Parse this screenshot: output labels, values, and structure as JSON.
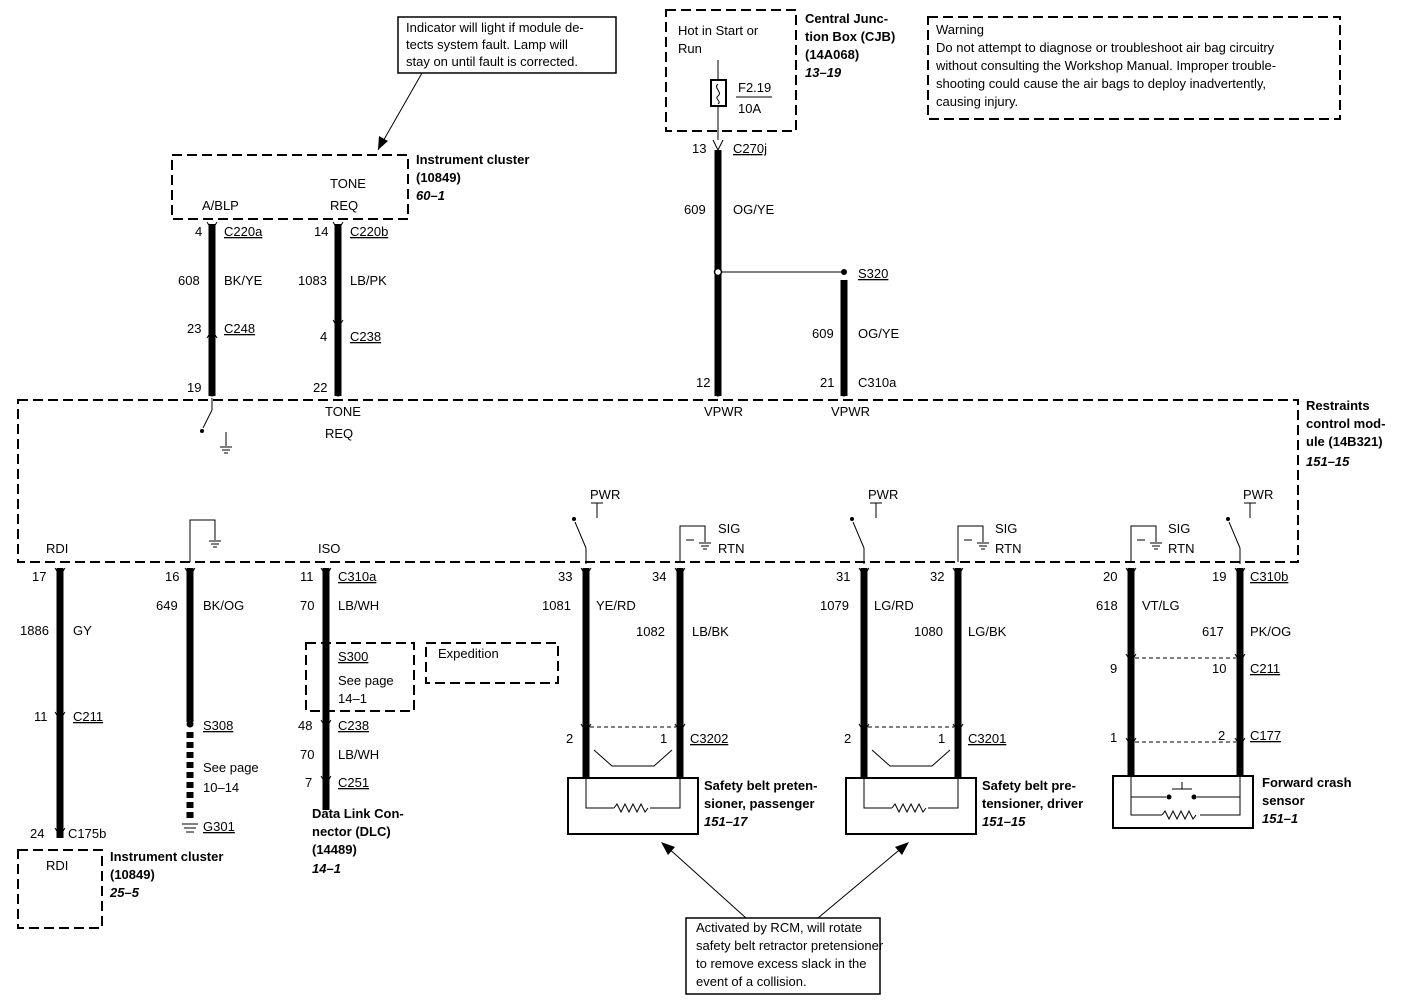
{
  "notes": {
    "indicator": [
      "Indicator will light if module de-",
      "tects system fault. Lamp will",
      "stay on until fault is corrected."
    ],
    "warning": [
      "Warning",
      "Do not attempt to diagnose or troubleshoot air bag circuitry",
      "without consulting the Workshop Manual. Improper trouble-",
      "shooting could cause the air bags to deploy inadvertently,",
      "causing injury."
    ],
    "activated": [
      "Activated by RCM, will rotate",
      "safety belt retractor pretensioner",
      "to remove excess slack in the",
      "event of a collision."
    ]
  },
  "cjb": {
    "state": [
      "Hot in Start or",
      "Run"
    ],
    "title": [
      "Central Junc-",
      "tion Box (CJB)",
      "(14A068)"
    ],
    "page": "13–19",
    "fuse": "F2.19",
    "amps": "10A"
  },
  "ic_top": {
    "title": [
      "Instrument cluster",
      "(10849)"
    ],
    "page": "60–1",
    "pin1": "A/BLP",
    "pin2_line1": "TONE",
    "pin2_line2": "REQ"
  },
  "rcm": {
    "title": [
      "Restraints",
      "control mod-",
      "ule (14B321)"
    ],
    "page": "151–15",
    "tone_line1": "TONE",
    "tone_line2": "REQ",
    "vpwr1": "VPWR",
    "vpwr2": "VPWR",
    "rdi": "RDI",
    "iso": "ISO",
    "pwr1": "PWR",
    "pwr2": "PWR",
    "pwr3": "PWR",
    "sig": "SIG",
    "rtn": "RTN"
  },
  "labels": {
    "c13": "13",
    "c270j": "C270j",
    "w609a": "609",
    "ogye_a": "OG/YE",
    "s320": "S320",
    "w609b": "609",
    "ogye_b": "OG/YE",
    "p12": "12",
    "p21": "21",
    "c310a_top": "C310a",
    "p4a": "4",
    "c220a": "C220a",
    "p14": "14",
    "c220b": "C220b",
    "w608": "608",
    "bkye": "BK/YE",
    "w1083": "1083",
    "lbpk": "LB/PK",
    "p23": "23",
    "c248": "C248",
    "p4b": "4",
    "c238a": "C238",
    "p19": "19",
    "p22": "22",
    "p17": "17",
    "p16": "16",
    "p11": "11",
    "c310a_bot": "C310a",
    "w649": "649",
    "bkog": "BK/OG",
    "w70a": "70",
    "lbwh_a": "LB/WH",
    "w1886": "1886",
    "gy": "GY",
    "s300": "S300",
    "seepage_a": "See page",
    "pg14": "14–1",
    "expedition": "Expedition",
    "p11b": "11",
    "c211a": "C211",
    "s308": "S308",
    "seepage_b": "See page",
    "pg10": "10–14",
    "p48": "48",
    "c238b": "C238",
    "w70b": "70",
    "lbwh_b": "LB/WH",
    "p7": "7",
    "c251": "C251",
    "g301": "G301",
    "p24": "24",
    "c175b": "C175b",
    "rdi_box": "RDI",
    "ic_bot_title": [
      "Instrument cluster",
      "(10849)"
    ],
    "ic_bot_page": "25–5",
    "dlc_title": [
      "Data Link Con-",
      "nector (DLC)",
      "(14489)"
    ],
    "dlc_page": "14–1",
    "p33": "33",
    "p34": "34",
    "w1081": "1081",
    "yerd": "YE/RD",
    "w1082": "1082",
    "lbbk": "LB/BK",
    "p2a": "2",
    "p1a": "1",
    "c3202": "C3202",
    "sbp_pass_title": [
      "Safety belt preten-",
      "sioner, passenger"
    ],
    "sbp_pass_page": "151–17",
    "p31": "31",
    "p32": "32",
    "w1079": "1079",
    "lgrd": "LG/RD",
    "w1080": "1080",
    "lgbk": "LG/BK",
    "p2b": "2",
    "p1b": "1",
    "c3201": "C3201",
    "sbp_drv_title": [
      "Safety belt pre-",
      "tensioner, driver"
    ],
    "sbp_drv_page": "151–15",
    "p20": "20",
    "p19b": "19",
    "c310b": "C310b",
    "w618": "618",
    "vtlg": "VT/LG",
    "w617": "617",
    "pkog": "PK/OG",
    "p9": "9",
    "p10": "10",
    "c211b": "C211",
    "p1c": "1",
    "p2c": "2",
    "c177": "C177",
    "fcs_title": [
      "Forward crash",
      "sensor"
    ],
    "fcs_page": "151–1"
  }
}
